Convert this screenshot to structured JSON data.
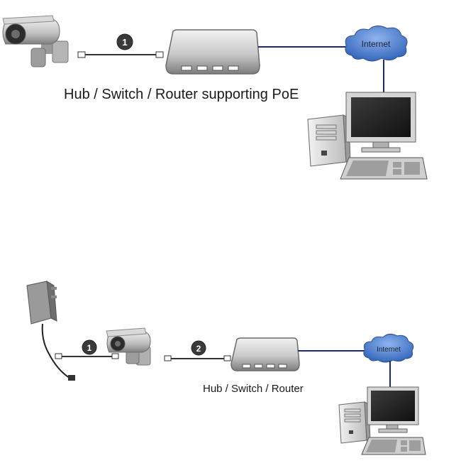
{
  "diagram_top": {
    "step_label": "1",
    "device_label": "Hub / Switch / Router supporting PoE",
    "cloud_label": "Internet"
  },
  "diagram_bottom": {
    "step1_label": "1",
    "step2_label": "2",
    "device_label": "Hub / Switch / Router",
    "cloud_label": "Internet"
  },
  "colors": {
    "link_line": "#1c2a6e",
    "cloud": "#3d73c8",
    "badge": "#3a3a3a"
  }
}
